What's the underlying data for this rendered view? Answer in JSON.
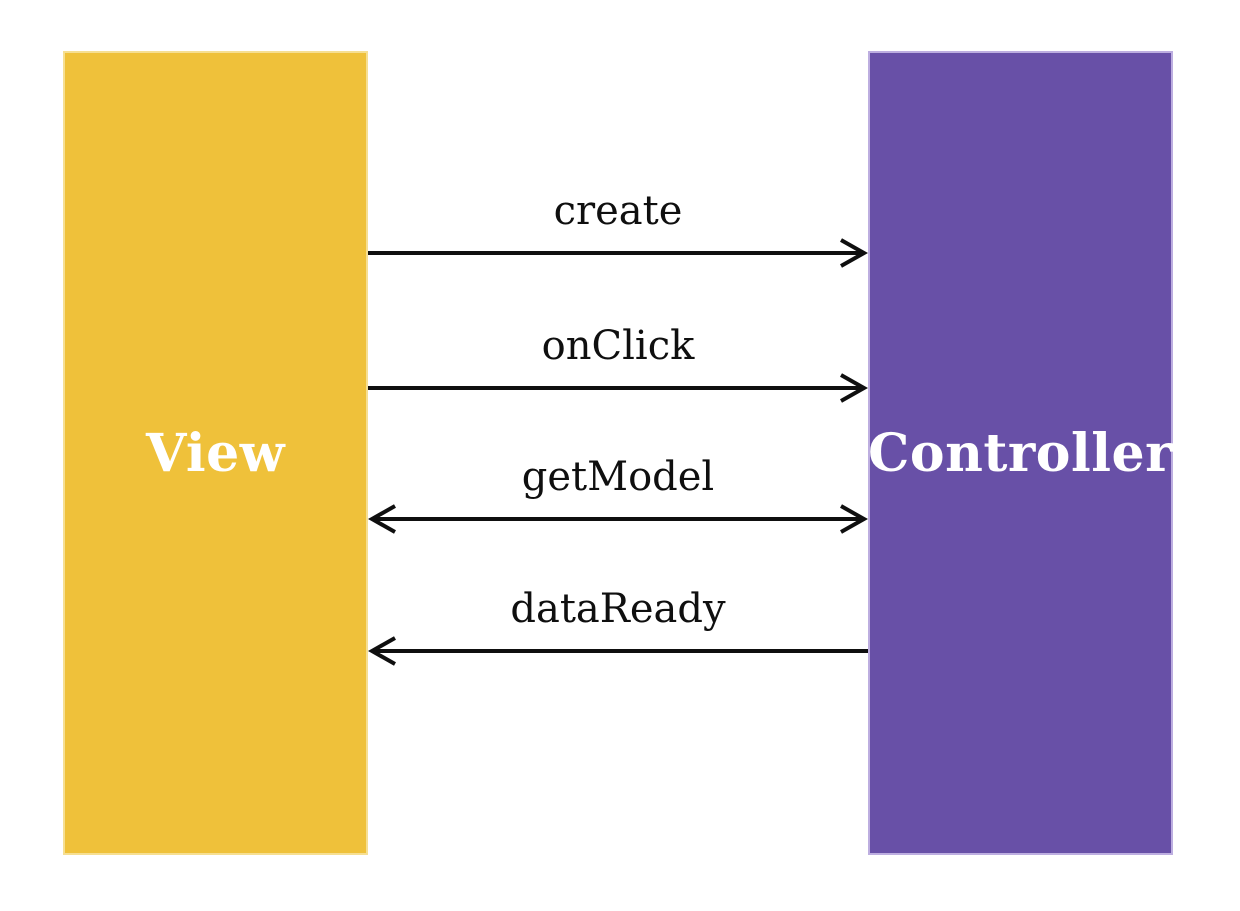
{
  "diagram": {
    "type": "sequence-diagram",
    "actors": [
      {
        "name": "View",
        "fill": "#EFC13A",
        "text_color": "#FFFFFF"
      },
      {
        "name": "Controller",
        "fill": "#6850A7",
        "text_color": "#FFFFFF"
      }
    ],
    "messages": [
      {
        "label": "create",
        "from": "View",
        "to": "Controller",
        "direction": "right"
      },
      {
        "label": "onClick",
        "from": "View",
        "to": "Controller",
        "direction": "right"
      },
      {
        "label": "getModel",
        "from": "View",
        "to": "Controller",
        "direction": "both"
      },
      {
        "label": "dataReady",
        "from": "Controller",
        "to": "View",
        "direction": "left"
      }
    ],
    "colors": {
      "background": "#FFFFFF",
      "view_fill": "#EFC13A",
      "controller_fill": "#6850A7",
      "arrow": "#0F0F0F",
      "label_text": "#0F0F0F",
      "actor_text": "#FFFFFF"
    }
  }
}
